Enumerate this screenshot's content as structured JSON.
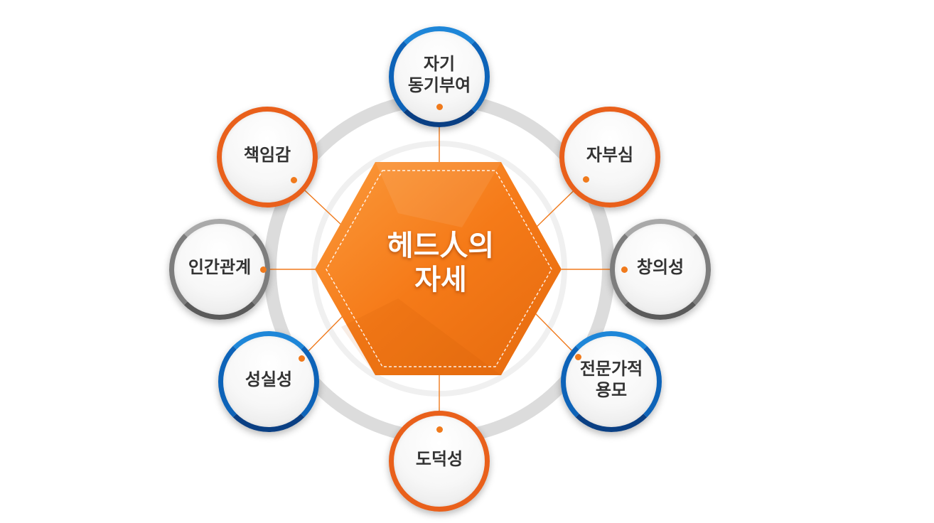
{
  "center": {
    "label": "헤드人의\n자세"
  },
  "nodes": [
    {
      "id": "motivation",
      "label": "자기\n동기부여",
      "ring": "blue"
    },
    {
      "id": "pride",
      "label": "자부심",
      "ring": "orange"
    },
    {
      "id": "creativity",
      "label": "창의성",
      "ring": "gray"
    },
    {
      "id": "professional",
      "label": "전문가적\n용모",
      "ring": "blue"
    },
    {
      "id": "morality",
      "label": "도덕성",
      "ring": "orange"
    },
    {
      "id": "sincerity",
      "label": "성실성",
      "ring": "blue"
    },
    {
      "id": "relations",
      "label": "인간관계",
      "ring": "gray"
    },
    {
      "id": "responsibility",
      "label": "책임감",
      "ring": "orange"
    }
  ],
  "colors": {
    "accent_orange": "#f07a1c",
    "hexagon_orange": "#f57a18",
    "ring_blue": "#0d63b8",
    "ring_gray": "#7d7d7d",
    "track_gray": "#dcdcdc"
  }
}
